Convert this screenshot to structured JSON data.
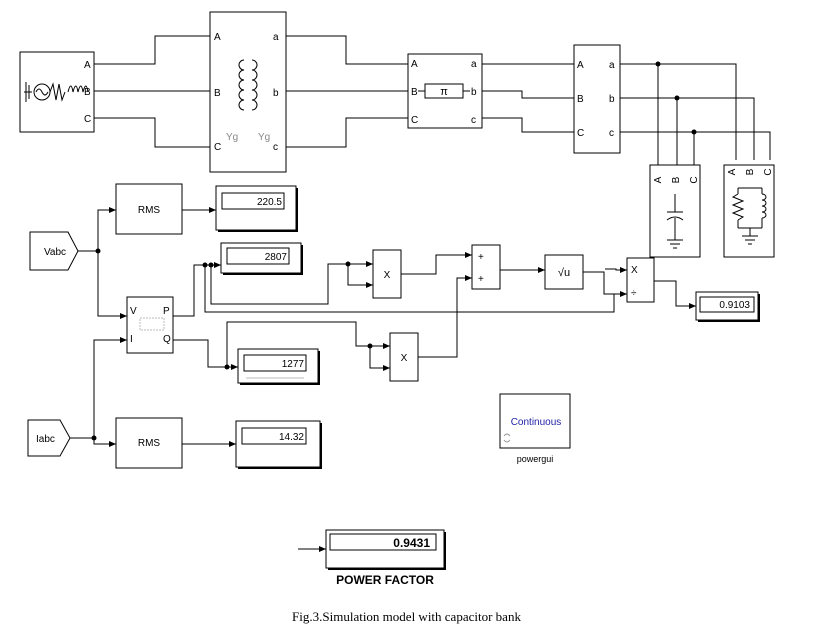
{
  "blocks": {
    "source": {
      "ports": [
        "A",
        "B",
        "C"
      ]
    },
    "transformer": {
      "in_ports": [
        "A",
        "B",
        "C"
      ],
      "out_ports": [
        "a",
        "b",
        "c"
      ],
      "primary": "Yg",
      "secondary": "Yg"
    },
    "pi_line": {
      "in_ports": [
        "A",
        "B",
        "C"
      ],
      "out_ports": [
        "a",
        "b",
        "c"
      ],
      "symbol": "π"
    },
    "measurement": {
      "in_ports": [
        "A",
        "B",
        "C"
      ],
      "out_ports": [
        "a",
        "b",
        "c"
      ]
    },
    "capacitor_load": {
      "ports": [
        "A",
        "B",
        "C"
      ]
    },
    "rl_load": {
      "ports": [
        "A",
        "B",
        "C"
      ]
    },
    "vabc_tag": "Vabc",
    "iabc_tag": "Iabc",
    "rms_voltage": "RMS",
    "rms_current": "RMS",
    "power_block": {
      "in_ports": [
        "V",
        "I"
      ],
      "out_ports": [
        "P",
        "Q"
      ]
    },
    "mult1": "X",
    "mult2": "X",
    "sum_signs": [
      "+",
      "+"
    ],
    "sqrt": "√u",
    "divide": {
      "symbols": [
        "X",
        "÷"
      ]
    },
    "powergui": {
      "mode": "Continuous",
      "name": "powergui"
    }
  },
  "displays": {
    "voltage_rms": "220.5",
    "active_power": "2807",
    "reactive_power": "1277",
    "current_rms": "14.32",
    "pf_computed": "0.9103",
    "power_factor": "0.9431"
  },
  "power_factor_label": "POWER FACTOR",
  "caption": "Fig.3.Simulation model with capacitor bank"
}
